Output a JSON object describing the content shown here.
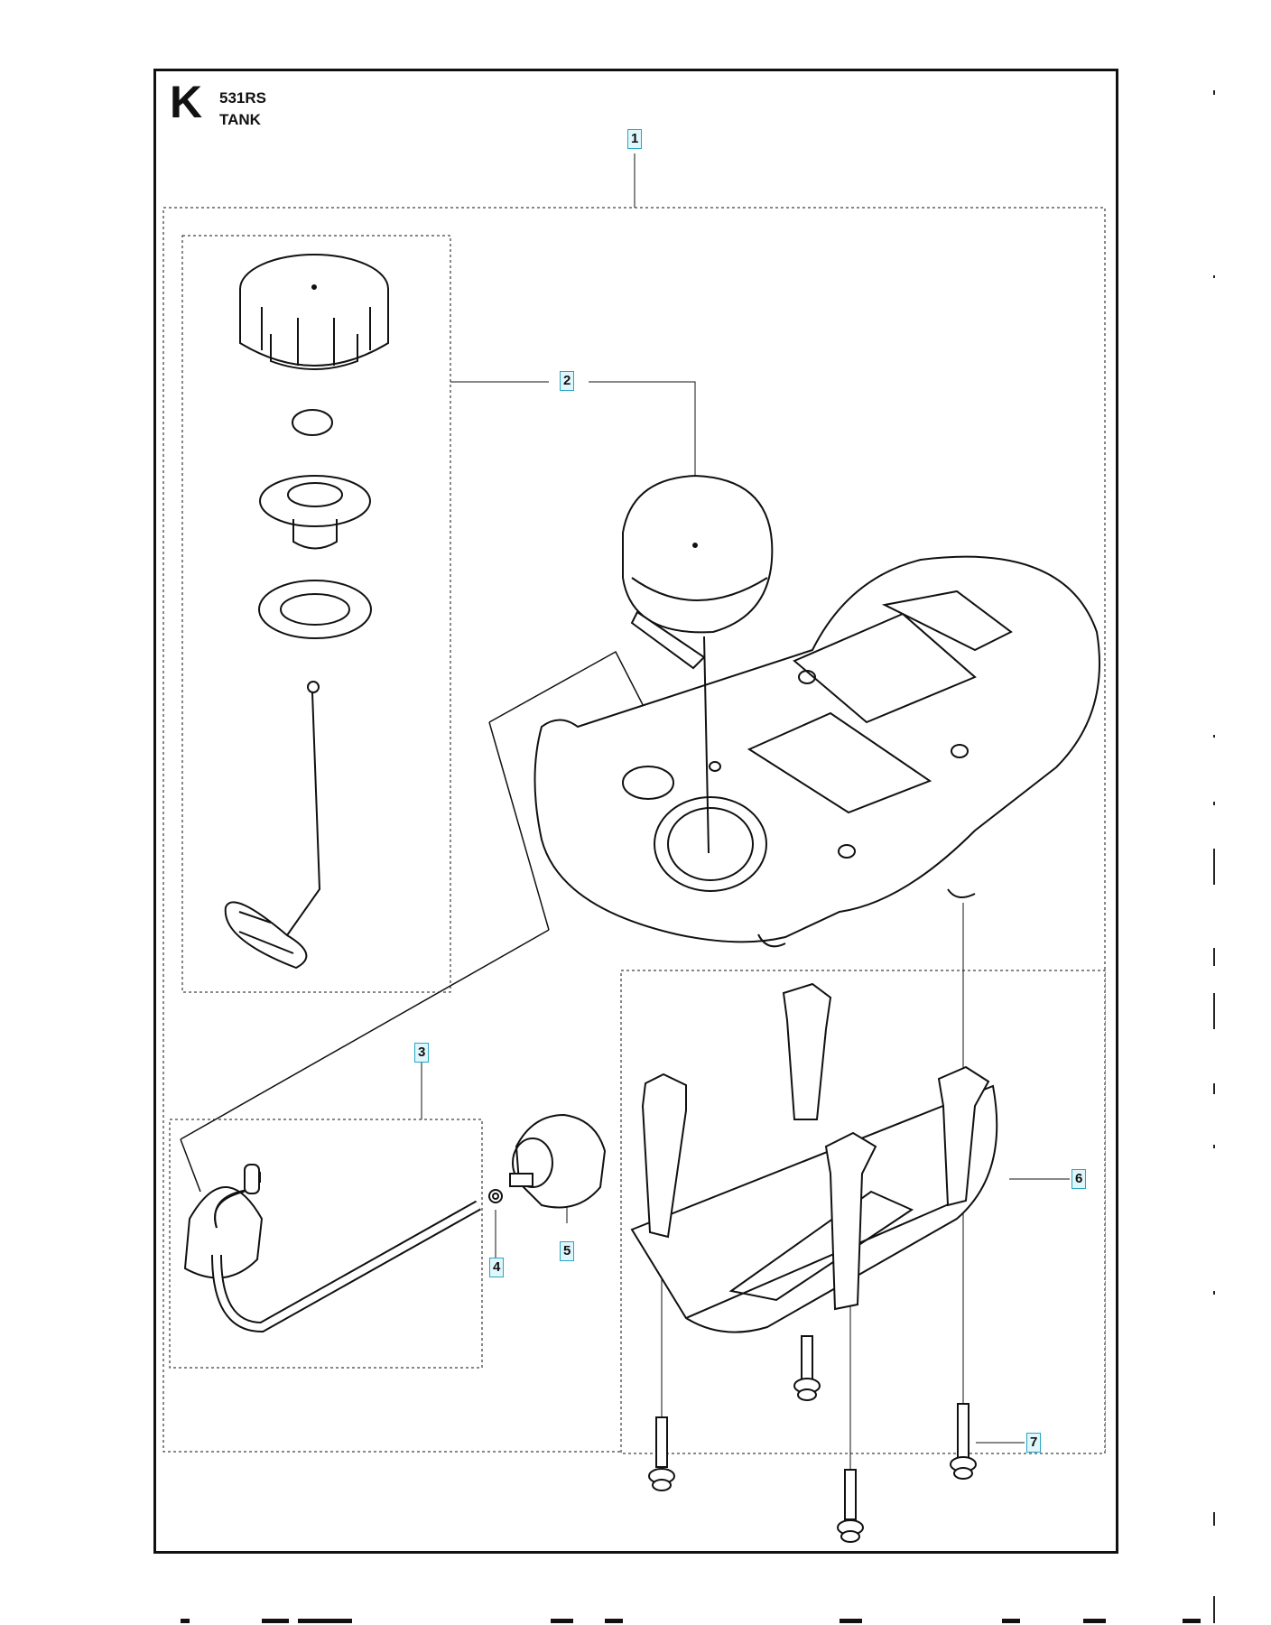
{
  "section": {
    "letter": "K",
    "model": "531RS",
    "name": "TANK"
  },
  "callouts": [
    "1",
    "2",
    "3",
    "4",
    "5",
    "6",
    "7"
  ]
}
